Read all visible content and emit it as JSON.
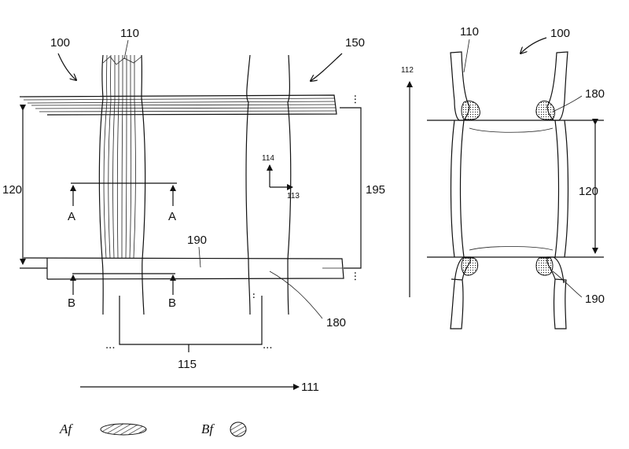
{
  "labels": {
    "ref_100_left": "100",
    "ref_110_left": "110",
    "ref_150": "150",
    "ref_120_left": "120",
    "ref_195": "195",
    "ref_190_left": "190",
    "ref_180_left": "180",
    "ref_115": "115",
    "ref_111": "111",
    "ref_114": "114",
    "ref_113": "113",
    "section_a_left": "A",
    "section_a_right": "A",
    "section_b_left": "B",
    "section_b_right": "B",
    "ref_110_right": "110",
    "ref_100_right": "100",
    "ref_112": "112",
    "ref_180_right": "180",
    "ref_120_right": "120",
    "ref_190_right": "190",
    "legend_a": "Af",
    "legend_b": "Bf"
  }
}
